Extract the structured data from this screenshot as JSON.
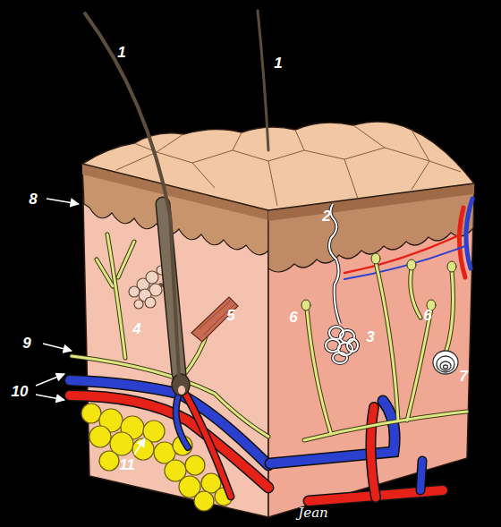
{
  "diagram": {
    "labels": [
      "1",
      "1",
      "8",
      "2",
      "5",
      "4",
      "6",
      "3",
      "6",
      "7",
      "9",
      "10",
      "11",
      "Jean"
    ]
  }
}
